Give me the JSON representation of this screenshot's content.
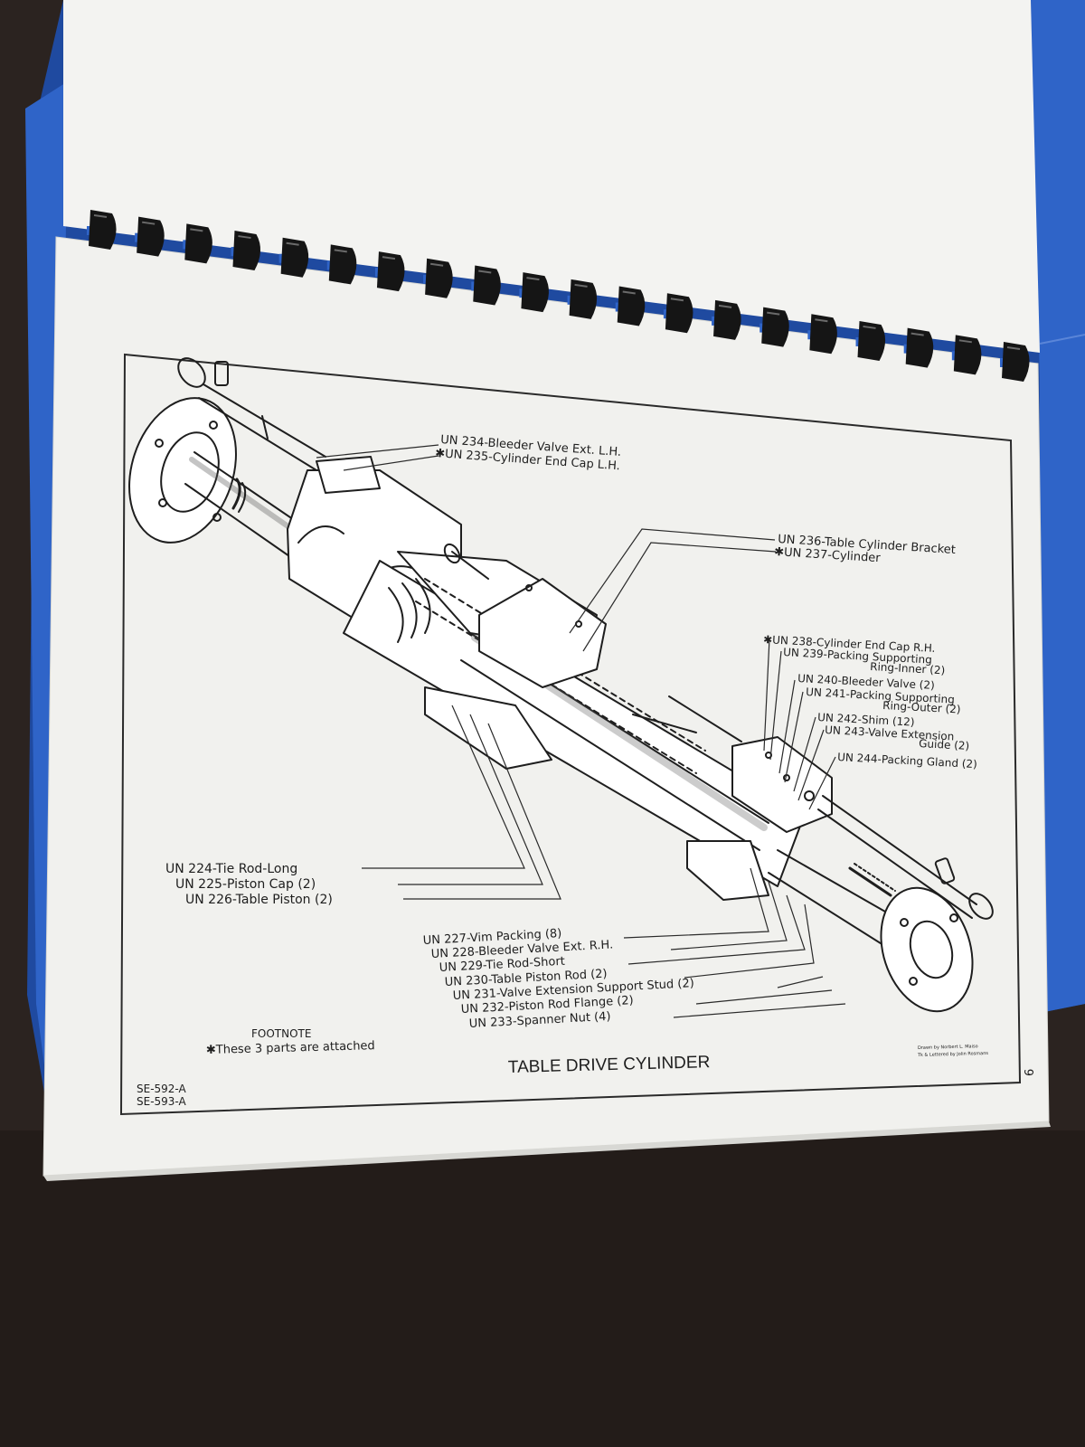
{
  "drawing": {
    "title": "TABLE DRIVE CYLINDER",
    "drawing_numbers": [
      "SE-592-A",
      "SE-593-A"
    ],
    "footnote_heading": "FOOTNOTE",
    "footnote_text": "✱These 3 parts are attached",
    "credit_lines": [
      "Drawn by Norbert L. Maiso",
      "Tk & Lettered by Jolin Rosmans"
    ],
    "page_mark": "6"
  },
  "callouts": [
    {
      "id": "un-234",
      "text": "UN 234-Bleeder Valve Ext. L.H."
    },
    {
      "id": "un-235",
      "text": "✱UN 235-Cylinder End Cap L.H."
    },
    {
      "id": "un-236",
      "text": "UN 236-Table Cylinder Bracket"
    },
    {
      "id": "un-237",
      "text": "✱UN 237-Cylinder"
    },
    {
      "id": "un-238",
      "text": "✱UN 238-Cylinder End Cap R.H."
    },
    {
      "id": "un-239",
      "text": "UN 239-Packing Supporting"
    },
    {
      "id": "un-239-b",
      "text": "Ring-Inner (2)"
    },
    {
      "id": "un-240",
      "text": "UN 240-Bleeder Valve (2)"
    },
    {
      "id": "un-241",
      "text": "UN 241-Packing Supporting"
    },
    {
      "id": "un-241-b",
      "text": "Ring-Outer (2)"
    },
    {
      "id": "un-242",
      "text": "UN 242-Shim (12)"
    },
    {
      "id": "un-243",
      "text": "UN 243-Valve Extension"
    },
    {
      "id": "un-243-b",
      "text": "Guide (2)"
    },
    {
      "id": "un-244",
      "text": "UN 244-Packing Gland (2)"
    },
    {
      "id": "un-224",
      "text": "UN 224-Tie Rod-Long"
    },
    {
      "id": "un-225",
      "text": "UN 225-Piston Cap (2)"
    },
    {
      "id": "un-226",
      "text": "UN 226-Table Piston (2)"
    },
    {
      "id": "un-227",
      "text": "UN 227-Vim Packing (8)"
    },
    {
      "id": "un-228",
      "text": "UN 228-Bleeder Valve Ext. R.H."
    },
    {
      "id": "un-229",
      "text": "UN 229-Tie Rod-Short"
    },
    {
      "id": "un-230",
      "text": "UN 230-Table Piston Rod (2)"
    },
    {
      "id": "un-231",
      "text": "UN 231-Valve Extension Support Stud (2)"
    },
    {
      "id": "un-232",
      "text": "UN 232-Piston Rod Flange (2)"
    },
    {
      "id": "un-233",
      "text": "UN 233-Spanner Nut (4)"
    }
  ],
  "colors": {
    "background": "#2b2320",
    "binder_blue": "#2f64c8",
    "binder_blue_dark": "#1f4aa0",
    "paper": "#f1f1ee",
    "upper_page": "#f3f3f1",
    "ink": "#1e1e1e",
    "coil": "#151515"
  }
}
